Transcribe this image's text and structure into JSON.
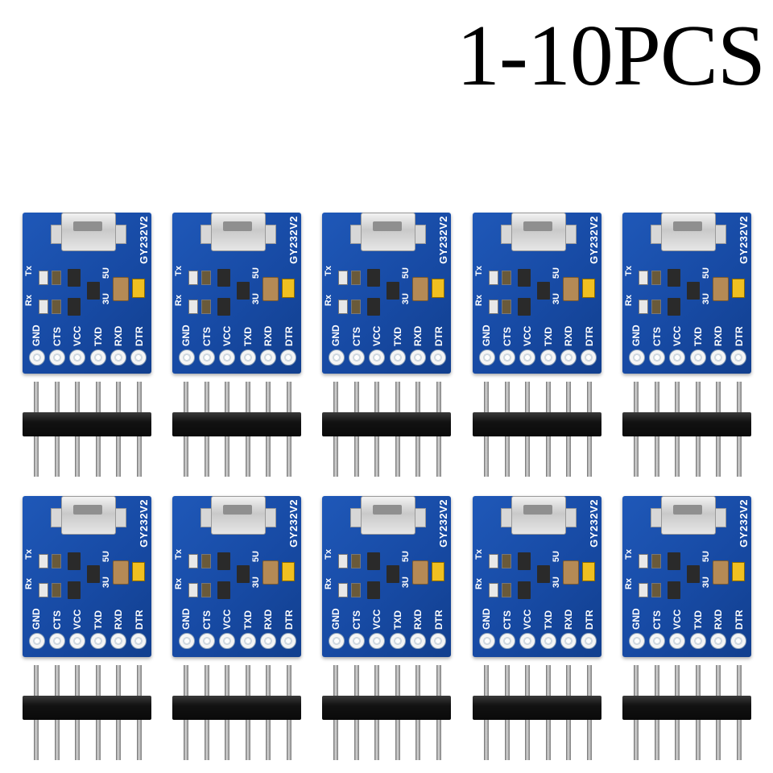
{
  "title": "1-10PCS",
  "board": {
    "model_label": "GY232V2",
    "led_labels": [
      "Tx",
      "Rx"
    ],
    "voltage_labels": [
      "3U",
      "5U"
    ],
    "pin_labels": [
      "GND",
      "CTS",
      "VCC",
      "TXD",
      "RXD",
      "DTR"
    ]
  },
  "product_count": 10,
  "colors": {
    "pcb": "#174aa4",
    "header": "#111111",
    "pin_metal": "#c8c8c8",
    "background": "#ffffff"
  }
}
